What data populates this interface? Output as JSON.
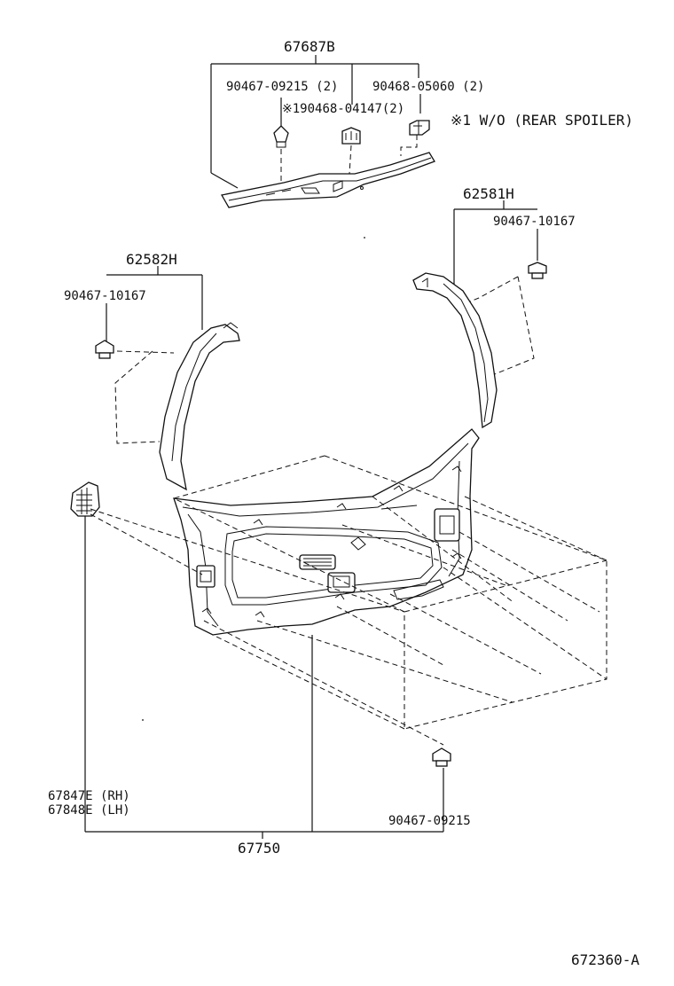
{
  "labels": {
    "assy_top": "67687B",
    "clip_a": "90467-09215 (2)",
    "clip_b": "90468-05060 (2)",
    "clip_c": "※190468-04147(2)",
    "note_1": "※1 W/O (REAR SPOILER)",
    "rh_trim": "62581H",
    "rh_clip": "90467-10167",
    "lh_trim": "62582H",
    "lh_clip": "90467-10167",
    "cover_rh": "67847E (RH)",
    "cover_lh": "67848E (LH)",
    "bottom_clip": "90467-09215",
    "board": "67750",
    "figure_code": "672360-A"
  }
}
